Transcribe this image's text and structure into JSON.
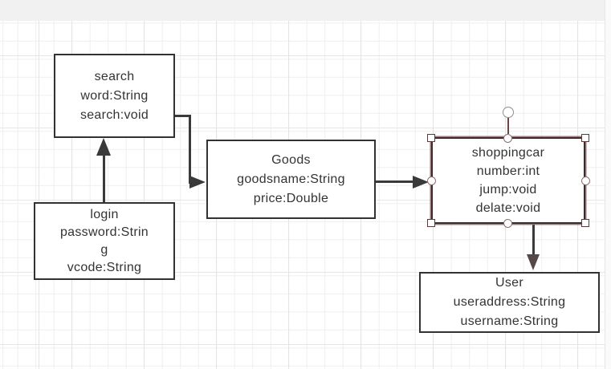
{
  "app": {
    "surface": "diagram-editor-canvas",
    "colors": {
      "background": "#ffffff",
      "top_band": "#f1f1f1",
      "grid_minor": "#efefef",
      "grid_major": "#e5e5e5",
      "node_border": "#323232",
      "node_fill": "#ffffff",
      "text": "#333333",
      "arrow": "#3a3a3a",
      "selection_outline": "#7d4b4b",
      "handle_fill": "#ffffff",
      "rotation_handle_border": "#8f8f8f"
    }
  },
  "nodes": {
    "search": {
      "lines": [
        "search",
        "word:String",
        "search:void"
      ],
      "selected": false
    },
    "login": {
      "lines": [
        "login",
        "password:Strin",
        "g",
        "vcode:String"
      ],
      "selected": false
    },
    "goods": {
      "lines": [
        "Goods",
        "goodsname:String",
        "price:Double"
      ],
      "selected": false
    },
    "shoppingcar": {
      "lines": [
        "shoppingcar",
        "number:int",
        "jump:void",
        "delate:void"
      ],
      "selected": true
    },
    "user": {
      "lines": [
        "User",
        "useraddress:String",
        "username:String"
      ],
      "selected": false
    }
  },
  "edges": [
    {
      "from": "login",
      "to": "search",
      "style": "arrow",
      "route": "straight-up"
    },
    {
      "from": "search",
      "to": "goods",
      "style": "arrow",
      "route": "elbow-right-down-right"
    },
    {
      "from": "goods",
      "to": "shoppingcar",
      "style": "arrow",
      "route": "straight-right"
    },
    {
      "from": "shoppingcar",
      "to": "user",
      "style": "arrow",
      "route": "straight-down"
    }
  ]
}
